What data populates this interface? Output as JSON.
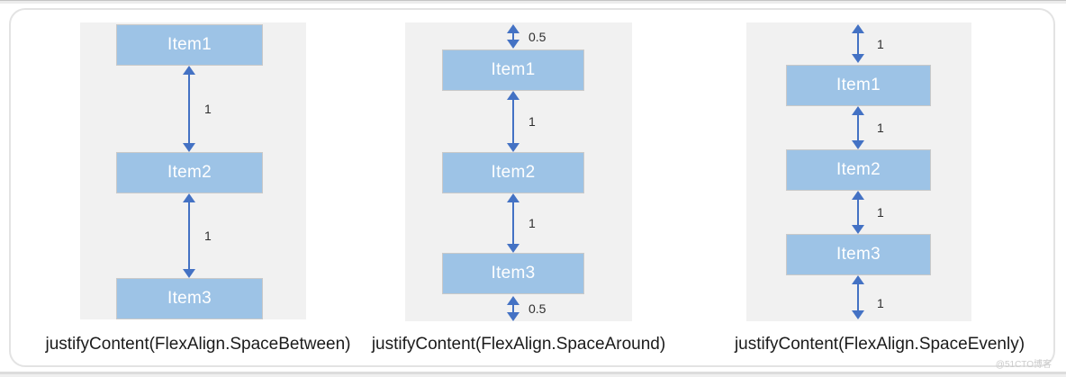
{
  "page": {
    "watermark": "@51CTO博客"
  },
  "colors": {
    "item_fill": "#9DC3E6",
    "item_border": "#C9C9C9",
    "arrow_blue": "#4472C4",
    "panel_bg": "#F1F1F1"
  },
  "panels": [
    {
      "id": "space-between",
      "caption": "justifyContent(FlexAlign.SpaceBetween)",
      "items": [
        "Item1",
        "Item2",
        "Item3"
      ],
      "gaps": [
        "1",
        "1"
      ]
    },
    {
      "id": "space-around",
      "caption": "justifyContent(FlexAlign.SpaceAround)",
      "items": [
        "Item1",
        "Item2",
        "Item3"
      ],
      "gaps": [
        "0.5",
        "1",
        "1",
        "0.5"
      ]
    },
    {
      "id": "space-evenly",
      "caption": "justifyContent(FlexAlign.SpaceEvenly)",
      "items": [
        "Item1",
        "Item2",
        "Item3"
      ],
      "gaps": [
        "1",
        "1",
        "1",
        "1"
      ]
    }
  ]
}
